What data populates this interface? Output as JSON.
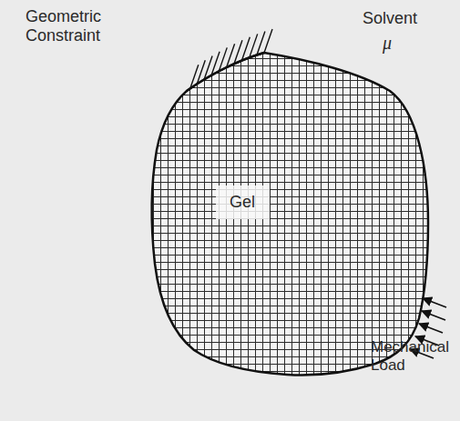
{
  "diagram": {
    "nodes": [
      {
        "text": [
          "Gel"
        ]
      }
    ],
    "labels": [
      "Geometric Constraint",
      "Solvent",
      "μ",
      "Mechanical Load"
    ]
  }
}
